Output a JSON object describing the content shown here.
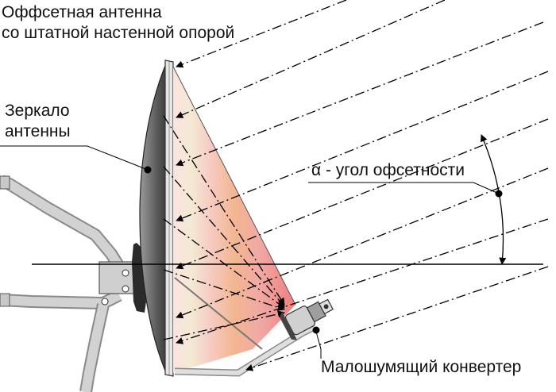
{
  "labels": {
    "title_line1": "Оффсетная антенна",
    "title_line2": "со штатной настенной опорой",
    "mirror_line1": "Зеркало",
    "mirror_line2": "антенны",
    "angle_symbol": "α",
    "angle_text": " - угол офсетности",
    "converter": "Малошумящий конвертер"
  },
  "colors": {
    "beam_gradient": [
      "#f9d6d6",
      "#f7c8b7",
      "#f2b58c",
      "#efa07a",
      "#ee8080"
    ],
    "dish_fill": "#6b6b6b",
    "rim_fill": "#d9d9d9",
    "metal": "#bdbdbd",
    "line": "#000000"
  },
  "icons": [
    "dish-reflector-icon",
    "wall-mount-bracket-icon",
    "lnb-converter-icon"
  ]
}
